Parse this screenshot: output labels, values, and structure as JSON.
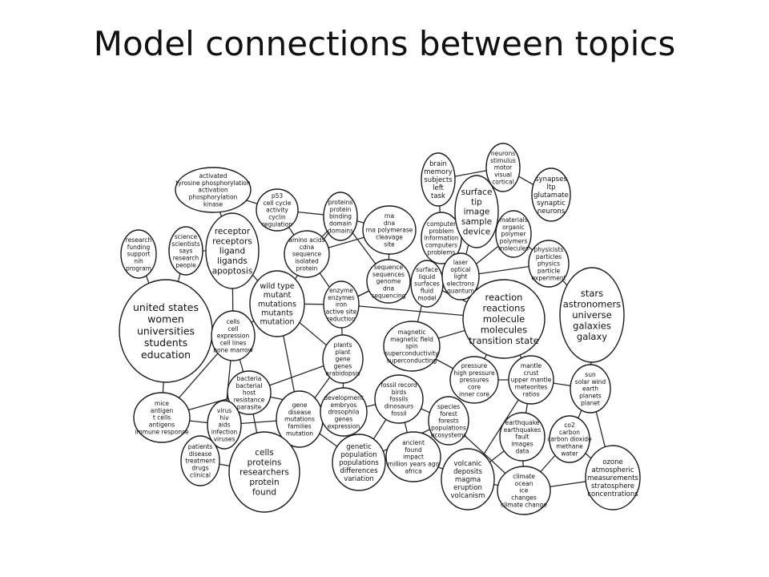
{
  "slide": {
    "title": "Model connections between topics"
  },
  "diagram": {
    "topics": [
      {
        "id": "activated",
        "words": [
          "activated",
          "tyrosine phosphorylation",
          "activation",
          "phosphorylation",
          "kinase"
        ]
      },
      {
        "id": "p53",
        "words": [
          "p53",
          "cell cycle",
          "activity",
          "cyclin",
          "regulation"
        ]
      },
      {
        "id": "proteins-binding",
        "words": [
          "proteins",
          "protein",
          "binding",
          "domain",
          "domains"
        ]
      },
      {
        "id": "rna",
        "words": [
          "rna",
          "dna",
          "rna polymerase",
          "cleavage",
          "site"
        ]
      },
      {
        "id": "brain",
        "words": [
          "brain",
          "memory",
          "subjects",
          "left",
          "task"
        ]
      },
      {
        "id": "neurons",
        "words": [
          "neurons",
          "stimulus",
          "motor",
          "visual",
          "cortical"
        ]
      },
      {
        "id": "synapses",
        "words": [
          "synapses",
          "ltp",
          "glutamate",
          "synaptic",
          "neurons"
        ]
      },
      {
        "id": "research",
        "words": [
          "research",
          "funding",
          "support",
          "nih",
          "program"
        ]
      },
      {
        "id": "science",
        "words": [
          "science",
          "scientists",
          "says",
          "research",
          "people"
        ]
      },
      {
        "id": "receptor",
        "words": [
          "receptor",
          "receptors",
          "ligand",
          "ligands",
          "apoptosis"
        ]
      },
      {
        "id": "aminoacids",
        "words": [
          "amino acids",
          "cdna",
          "sequence",
          "isolated",
          "protein"
        ]
      },
      {
        "id": "computer",
        "words": [
          "computer",
          "problem",
          "information",
          "computers",
          "problems"
        ]
      },
      {
        "id": "surface-tip",
        "words": [
          "surface",
          "tip",
          "image",
          "sample",
          "device"
        ]
      },
      {
        "id": "materials",
        "words": [
          "materials",
          "organic",
          "polymer",
          "polymers",
          "molecules"
        ]
      },
      {
        "id": "physicists",
        "words": [
          "physicists",
          "particles",
          "physics",
          "particle",
          "experiment"
        ]
      },
      {
        "id": "sequence",
        "words": [
          "sequence",
          "sequences",
          "genome",
          "dna",
          "sequencing"
        ]
      },
      {
        "id": "surface-liquid",
        "words": [
          "surface",
          "liquid",
          "surfaces",
          "fluid",
          "model"
        ]
      },
      {
        "id": "laser",
        "words": [
          "laser",
          "optical",
          "light",
          "electrons",
          "quantum"
        ]
      },
      {
        "id": "wildtype",
        "words": [
          "wild type",
          "mutant",
          "mutations",
          "mutants",
          "mutation"
        ]
      },
      {
        "id": "enzyme",
        "words": [
          "enzyme",
          "enzymes",
          "iron",
          "active site",
          "reduction"
        ]
      },
      {
        "id": "unitedstates",
        "words": [
          "united states",
          "women",
          "universities",
          "students",
          "education"
        ]
      },
      {
        "id": "reaction",
        "words": [
          "reaction",
          "reactions",
          "molecule",
          "molecules",
          "transition state"
        ]
      },
      {
        "id": "stars",
        "words": [
          "stars",
          "astronomers",
          "universe",
          "galaxies",
          "galaxy"
        ]
      },
      {
        "id": "cells",
        "words": [
          "cells",
          "cell",
          "expression",
          "cell lines",
          "bone marrow"
        ]
      },
      {
        "id": "magnetic",
        "words": [
          "magnetic",
          "magnetic field",
          "spin",
          "superconductivity",
          "superconducting"
        ]
      },
      {
        "id": "plants",
        "words": [
          "plants",
          "plant",
          "gene",
          "genes",
          "arabidopsis"
        ]
      },
      {
        "id": "pressure",
        "words": [
          "pressure",
          "high pressure",
          "pressures",
          "core",
          "inner core"
        ]
      },
      {
        "id": "mantle",
        "words": [
          "mantle",
          "crust",
          "upper mantle",
          "meteorites",
          "ratios"
        ]
      },
      {
        "id": "sun",
        "words": [
          "sun",
          "solar wind",
          "earth",
          "planets",
          "planet"
        ]
      },
      {
        "id": "bacteria",
        "words": [
          "bacteria",
          "bacterial",
          "host",
          "resistance",
          "parasite"
        ]
      },
      {
        "id": "mice",
        "words": [
          "mice",
          "antigen",
          "t cells",
          "antigens",
          "immune response"
        ]
      },
      {
        "id": "virus",
        "words": [
          "virus",
          "hiv",
          "aids",
          "infection",
          "viruses"
        ]
      },
      {
        "id": "gene-disease",
        "words": [
          "gene",
          "disease",
          "mutations",
          "families",
          "mutation"
        ]
      },
      {
        "id": "development",
        "words": [
          "development",
          "embryos",
          "drosophila",
          "genes",
          "expression"
        ]
      },
      {
        "id": "fossil",
        "words": [
          "fossil record",
          "birds",
          "fossils",
          "dinosaurs",
          "fossil"
        ]
      },
      {
        "id": "species",
        "words": [
          "species",
          "forest",
          "forests",
          "populations",
          "ecosystems"
        ]
      },
      {
        "id": "earthquake",
        "words": [
          "earthquake",
          "earthquakes",
          "fault",
          "images",
          "data"
        ]
      },
      {
        "id": "co2",
        "words": [
          "co2",
          "carbon",
          "carbon dioxide",
          "methane",
          "water"
        ]
      },
      {
        "id": "patients",
        "words": [
          "patients",
          "disease",
          "treatment",
          "drugs",
          "clinical"
        ]
      },
      {
        "id": "cells-proteins",
        "words": [
          "cells",
          "proteins",
          "researchers",
          "protein",
          "found"
        ]
      },
      {
        "id": "genetic",
        "words": [
          "genetic",
          "population",
          "populations",
          "differences",
          "variation"
        ]
      },
      {
        "id": "ancient",
        "words": [
          "ancient",
          "found",
          "impact",
          "million years ago",
          "africa"
        ]
      },
      {
        "id": "volcanic",
        "words": [
          "volcanic",
          "deposits",
          "magma",
          "eruption",
          "volcanism"
        ]
      },
      {
        "id": "climate",
        "words": [
          "climate",
          "ocean",
          "ice",
          "changes",
          "climate change"
        ]
      },
      {
        "id": "ozone",
        "words": [
          "ozone",
          "atmospheric",
          "measurements",
          "stratosphere",
          "concentrations"
        ]
      }
    ],
    "connections": [
      [
        "activated",
        "p53"
      ],
      [
        "activated",
        "receptor"
      ],
      [
        "p53",
        "proteins-binding"
      ],
      [
        "p53",
        "aminoacids"
      ],
      [
        "proteins-binding",
        "rna"
      ],
      [
        "proteins-binding",
        "aminoacids"
      ],
      [
        "proteins-binding",
        "sequence"
      ],
      [
        "proteins-binding",
        "wildtype"
      ],
      [
        "rna",
        "sequence"
      ],
      [
        "rna",
        "aminoacids"
      ],
      [
        "brain",
        "neurons"
      ],
      [
        "brain",
        "computer"
      ],
      [
        "neurons",
        "synapses"
      ],
      [
        "computer",
        "surface-liquid"
      ],
      [
        "surface-tip",
        "materials"
      ],
      [
        "surface-tip",
        "laser"
      ],
      [
        "materials",
        "physicists"
      ],
      [
        "materials",
        "laser"
      ],
      [
        "physicists",
        "stars"
      ],
      [
        "physicists",
        "laser"
      ],
      [
        "laser",
        "reaction"
      ],
      [
        "surface-liquid",
        "reaction"
      ],
      [
        "surface-liquid",
        "magnetic"
      ],
      [
        "research",
        "unitedstates"
      ],
      [
        "science",
        "unitedstates"
      ],
      [
        "science",
        "receptor"
      ],
      [
        "receptor",
        "cells"
      ],
      [
        "receptor",
        "wildtype"
      ],
      [
        "wildtype",
        "enzyme"
      ],
      [
        "wildtype",
        "cells"
      ],
      [
        "wildtype",
        "plants"
      ],
      [
        "wildtype",
        "gene-disease"
      ],
      [
        "enzyme",
        "sequence"
      ],
      [
        "enzyme",
        "plants"
      ],
      [
        "enzyme",
        "reaction"
      ],
      [
        "sequence",
        "enzyme"
      ],
      [
        "aminoacids",
        "enzyme"
      ],
      [
        "cells",
        "bacteria"
      ],
      [
        "cells",
        "virus"
      ],
      [
        "cells",
        "mice"
      ],
      [
        "plants",
        "development"
      ],
      [
        "plants",
        "bacteria"
      ],
      [
        "plants",
        "gene-disease"
      ],
      [
        "bacteria",
        "virus"
      ],
      [
        "bacteria",
        "mice"
      ],
      [
        "bacteria",
        "development"
      ],
      [
        "mice",
        "virus"
      ],
      [
        "virus",
        "patients"
      ],
      [
        "virus",
        "gene-disease"
      ],
      [
        "gene-disease",
        "development"
      ],
      [
        "gene-disease",
        "cells-proteins"
      ],
      [
        "gene-disease",
        "genetic"
      ],
      [
        "development",
        "genetic"
      ],
      [
        "development",
        "fossil"
      ],
      [
        "fossil",
        "genetic"
      ],
      [
        "fossil",
        "ancient"
      ],
      [
        "fossil",
        "species"
      ],
      [
        "species",
        "genetic"
      ],
      [
        "species",
        "climate"
      ],
      [
        "ancient",
        "volcanic"
      ],
      [
        "magnetic",
        "pressure"
      ],
      [
        "reaction",
        "pressure"
      ],
      [
        "pressure",
        "mantle"
      ],
      [
        "mantle",
        "sun"
      ],
      [
        "mantle",
        "earthquake"
      ],
      [
        "mantle",
        "volcanic"
      ],
      [
        "sun",
        "co2"
      ],
      [
        "sun",
        "ozone"
      ],
      [
        "stars",
        "sun"
      ],
      [
        "earthquake",
        "volcanic"
      ],
      [
        "earthquake",
        "climate"
      ],
      [
        "co2",
        "climate"
      ],
      [
        "co2",
        "ozone"
      ],
      [
        "climate",
        "ozone"
      ],
      [
        "volcanic",
        "climate"
      ],
      [
        "patients",
        "cells-proteins"
      ],
      [
        "cells-proteins",
        "bacteria"
      ],
      [
        "unitedstates",
        "mice"
      ],
      [
        "computer",
        "surface-tip"
      ],
      [
        "reaction",
        "mantle"
      ],
      [
        "magnetic",
        "reaction"
      ]
    ]
  }
}
